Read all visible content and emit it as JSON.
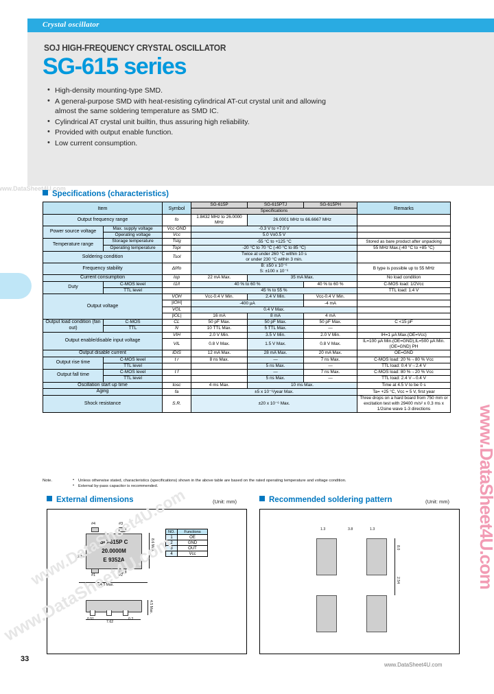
{
  "banner": {
    "label": "Crystal oscillator"
  },
  "hero": {
    "kicker": "SOJ HIGH-FREQUENCY CRYSTAL OSCILLATOR",
    "title": "SG-615 series",
    "features": [
      "High-density mounting-type SMD.",
      "A general-purpose SMD with  heat-resisting cylindrical AT-cut crystal unit and allowing almost the same soldering temperature as SMD IC.",
      "Cylindrical AT crystal unit builtin, thus assuring high reliability.",
      "Provided with output enable function.",
      "Low current consumption."
    ]
  },
  "spec": {
    "heading": "Specifications  (characteristics)",
    "columns": {
      "item": "Item",
      "symbol": "Symbol",
      "models": [
        "SG-615P",
        "SG-615PTJ",
        "SG-615PH"
      ],
      "spec_band": "Specifications",
      "remarks": "Remarks"
    },
    "rows": [
      {
        "item": "Output frequency range",
        "sub": "",
        "symbol": "fo",
        "v1": "1.8432 MHz to 26.0000 MHz",
        "v2": "26.0001 MHz to 66.6667 MHz",
        "v3": "",
        "span": "23",
        "remark": ""
      },
      {
        "item": "Power source voltage",
        "sub": "Max. supply voltage",
        "symbol": "Vcc-GND",
        "v1": "-0.3 V to +7.0 V",
        "v2": "",
        "v3": "",
        "span": "all",
        "remark": ""
      },
      {
        "item": "",
        "sub": "Operating voltage",
        "symbol": "Vcc",
        "v1": "5.0 V±0.5 V",
        "v2": "",
        "v3": "",
        "span": "all",
        "remark": ""
      },
      {
        "item": "Temperature range",
        "sub": "Storage temperature",
        "symbol": "Tstg",
        "v1": "-55 °C to +125 °C",
        "v2": "",
        "v3": "",
        "span": "all",
        "remark": "Stored as bare product after unpacking"
      },
      {
        "item": "",
        "sub": "Operating temperature",
        "symbol": "Topr",
        "v1": "-20 °C to 70 °C (-40 °C to 85 °C)",
        "v2": "",
        "v3": "",
        "span": "all",
        "remark": "55 MHz Max.(-40 °C to +85 °C)"
      },
      {
        "item": "Soldering condition",
        "sub": "",
        "symbol": "Tsol",
        "v1": "Twice at under 260 °C within 10 s\nor under 230 °C within 3 min.",
        "v2": "",
        "v3": "",
        "span": "all",
        "remark": ""
      },
      {
        "item": "Frequency stability",
        "sub": "",
        "symbol": "Δf/fo",
        "v1": "B: ±50 x 10⁻⁶\nS: ±100 x 10⁻⁶",
        "v2": "",
        "v3": "",
        "span": "all",
        "remark": "B type is possible up to 55 MHz"
      },
      {
        "item": "Current consumption",
        "sub": "",
        "symbol": "Iop",
        "v1": "22 mA Max.",
        "v2": "35 mA Max.",
        "v3": "",
        "span": "23",
        "remark": "No load condition"
      },
      {
        "item": "Duty",
        "sub": "C-MOS level",
        "symbol": "t1/t",
        "v1": "40 % to 60 %",
        "v2": "",
        "v3": "40 % to 60 %",
        "span": "12",
        "remark": "C-MOS load:  1/2Vcc"
      },
      {
        "item": "",
        "sub": "TTL level",
        "symbol": "",
        "v1": "45 % to 55 %",
        "v2": "",
        "v3": "",
        "span": "all",
        "remark": "TTL load:  1.4 V"
      },
      {
        "item": "Output voltage",
        "sub": "",
        "symbol": "VOH",
        "v1": "Vcc-0.4 V Min.",
        "v2": "2.4 V Min.",
        "v3": "Vcc-0.4 V Min.",
        "span": "none",
        "remark": ""
      },
      {
        "item": "",
        "sub": "",
        "symbol": "|IOH|",
        "v1": "-400 µA",
        "v2": "",
        "v3": "-4 mA",
        "span": "12",
        "remark": ""
      },
      {
        "item": "",
        "sub": "",
        "symbol": "VOL",
        "v1": "0.4 V Max.",
        "v2": "",
        "v3": "",
        "span": "all",
        "remark": ""
      },
      {
        "item": "",
        "sub": "",
        "symbol": "|IOL|",
        "v1": "16 mA",
        "v2": "8 mA",
        "v3": "4 mA",
        "span": "none",
        "remark": ""
      },
      {
        "item": "Output load condition (fan out)",
        "sub": "C-MOS",
        "symbol": "CL",
        "v1": "50 pF Max.",
        "v2": "50 pF Max.",
        "v3": "50 pF Max.",
        "span": "none",
        "remark": "C <15 pF"
      },
      {
        "item": "",
        "sub": "TTL",
        "symbol": "N",
        "v1": "10 TTL Max.",
        "v2": "5 TTL Max.",
        "v3": "—",
        "span": "none",
        "remark": ""
      },
      {
        "item": "Output enable/disable input voltage",
        "sub": "",
        "symbol": "VIH",
        "v1": "2.0 V Min.",
        "v2": "3.5 V Min.",
        "v3": "2.0 V Min.",
        "span": "none",
        "remark": "IH=1 µA Max.(OE=Vcc)"
      },
      {
        "item": "",
        "sub": "",
        "symbol": "VIL",
        "v1": "0.8 V Max.",
        "v2": "1.5 V Max.",
        "v3": "0.8 V Max.",
        "span": "none",
        "remark": "IL=100 µA Min.(OE=GND),IL=500 µA Min.(OE=GND) PH"
      },
      {
        "item": "Output disable current",
        "sub": "",
        "symbol": "IDIS",
        "v1": "12 mA Max.",
        "v2": "28 mA Max.",
        "v3": "20 mA Max.",
        "span": "none",
        "remark": "OE=GND"
      },
      {
        "item": "Output rise time",
        "sub": "C-MOS level",
        "symbol": "t r",
        "v1": "8 ns Max.",
        "v2": "—",
        "v3": "7 ns Max.",
        "span": "none",
        "remark": "C-MOS load:  20 %→80 % Vcc"
      },
      {
        "item": "",
        "sub": "TTL level",
        "symbol": "",
        "v1": "",
        "v2": "5 ns Max.",
        "v3": "—",
        "span": "none",
        "remark": "TTL load:  0.4 V→2.4 V"
      },
      {
        "item": "Output fall time",
        "sub": "C-MOS level",
        "symbol": "t f",
        "v1": "",
        "v2": "—",
        "v3": "7 ns Max.",
        "span": "none",
        "remark": "C-MOS load:  80 %→20 % Vcc"
      },
      {
        "item": "",
        "sub": "TTL level",
        "symbol": "",
        "v1": "",
        "v2": "5 ns Max.",
        "v3": "—",
        "span": "none",
        "remark": "TTL load:  2.4 V→0.4 V"
      },
      {
        "item": "Oscillation start up time",
        "sub": "",
        "symbol": "tosc",
        "v1": "4 ms Max.",
        "v2": "10 ms Max.",
        "v3": "",
        "span": "23",
        "remark": "Time at 4.5 V to be 0 s"
      },
      {
        "item": "Aging",
        "sub": "",
        "symbol": "fa",
        "v1": "±5 x 10⁻⁶/year Max.",
        "v2": "",
        "v3": "",
        "span": "all",
        "remark": "Ta= +25 °C, Vcc = 5 V, first year"
      },
      {
        "item": "Shock resistance",
        "sub": "",
        "symbol": "S.R.",
        "v1": "±20 x 10⁻⁶ Max.",
        "v2": "",
        "v3": "",
        "span": "all",
        "remark": "Three drops on a hard board from 750 mm or excitation test with 29400 m/s² x 0.3 ms x 1/2sine wave  1-3 directions"
      }
    ],
    "notes": {
      "label": "Note.",
      "items": [
        "Unless otherwise stated, characteristics (specifications) shown in the above table are  based on the rated operating temperature and voltage condition.",
        "External by-pass capacitor is recommended."
      ]
    }
  },
  "external": {
    "heading": "External dimensions",
    "unit": "(Unit: mm)",
    "chip_marking": [
      "SG-615P C",
      "20.0000M",
      "E      9352A"
    ],
    "pad_labels": [
      "#4",
      "#3",
      "#1",
      "#2"
    ],
    "dims": {
      "width": "14.0 Max.",
      "height": "8.6 Max.",
      "thickness": "4.5 Max.",
      "pitch": "2.54",
      "lead_w": "0.51",
      "body_l": "7.62",
      "seat": "0.2"
    },
    "pin_table": {
      "header": [
        "NO.",
        "Functions"
      ],
      "rows": [
        [
          "1",
          "OE"
        ],
        [
          "2",
          "GND"
        ],
        [
          "3",
          "OUT"
        ],
        [
          "4",
          "Vcc"
        ]
      ]
    }
  },
  "soldering": {
    "heading": "Recommended soldering pattern",
    "unit": "(Unit: mm)",
    "dims": {
      "pad_w": "1.3",
      "gap": "3.8",
      "pad_w2": "1.3",
      "pad_h": "8.0",
      "pitch": "2.54"
    }
  },
  "footer": {
    "page": "33",
    "url": "www.DataSheet4U.com"
  },
  "watermarks": {
    "diag": "www.DataSheet4U.com",
    "top": "www.DataSheet4U.com",
    "side": "www.DataSheet4U.com"
  }
}
